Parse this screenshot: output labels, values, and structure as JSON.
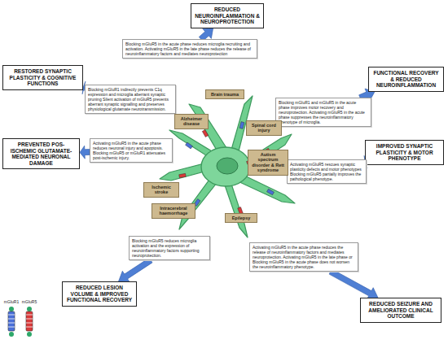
{
  "diagram": {
    "nodes": [
      {
        "text": [
          "REDUCED NEUROINFLAMMATION & NEUROPROTECTION"
        ]
      },
      {
        "text": [
          "Blocking mGluR5 in the acute phase reduces microglia recruiting and activation. Activating mGluR5 in the late phase reduces the release of neuroinflammatory factors and mediates neuroprotection"
        ]
      },
      {
        "text": [
          "Brain trauma"
        ]
      },
      {
        "text": [
          "FUNCTIONAL RECOVERY & REDUCED NEUROINFLAMMATION"
        ]
      },
      {
        "text": [
          "Blocking mGluR1 and mGluR5 in the acute phase improves motor recovery and neuroprotection. Activating mGluR5 in the acute phase suppresses the neuroinflammatory phenotype of microglia."
        ]
      },
      {
        "text": [
          "Spinal cord injury"
        ]
      },
      {
        "text": [
          "IMPROVED SYNAPTIC PLASTICITY & MOTOR PHENOTYPE"
        ]
      },
      {
        "text": [
          "Activating mGluR5 rescues synaptic plasticity defects and motor phenotypes Blocking mGluR5 partially improves the pathological phenotype."
        ]
      },
      {
        "text": [
          "Autism spectrum disorder & Rett syndrome"
        ]
      },
      {
        "text": [
          "REDUCED SEIZURE AND AMELIORATED CLINICAL OUTCOME"
        ]
      },
      {
        "text": [
          "Activating mGluR5 in the acute phase reduces the release of neuroinflammatory factors and mediates neuroprotection. Activating mGluR5 in the late phase or Blocking mGluR5 in the acute phase does not worsen the neuroinflammatory phenotype."
        ]
      },
      {
        "text": [
          "Epilepsy"
        ]
      },
      {
        "text": [
          "REDUCED LESION VOLUME & IMPROVED FUNCTIONAL RECOVERY"
        ]
      },
      {
        "text": [
          "Blocking mGluR5 reduces microglia activation and the expression of neuroinflammatory factors supporting neuroprotection."
        ]
      },
      {
        "text": [
          "Intracerebral haemorrhage"
        ]
      },
      {
        "text": [
          "PREVENTED POS-ISCHEMIC GLUTAMATE-MEDIATED NEURONAL DAMAGE"
        ]
      },
      {
        "text": [
          "Activating mGluR5 in the acute phase reduces neuronal injury and apoptosis. Blocking mGluR5 or mGluR1 attenuates post-ischemic injury."
        ]
      },
      {
        "text": [
          "Ischemic stroke"
        ]
      },
      {
        "text": [
          "RESTORED SYNAPTIC PLASTICITY & COGNITIVE FUNCTIONS"
        ]
      },
      {
        "text": [
          "Blocking mGluR1 indirectly prevents C1q expression and microglia aberrant synaptic pruning Silent activation of mGluR5 prevents aberrant synaptic signalling and preserves physiological glutamate neurotransmission."
        ]
      },
      {
        "text": [
          "Alzheimer disease"
        ]
      }
    ],
    "edges": [
      {
        "from": 1,
        "to": 0,
        "arrow": "to"
      },
      {
        "from": 4,
        "to": 3,
        "arrow": "to"
      },
      {
        "from": 7,
        "to": 6,
        "arrow": "to"
      },
      {
        "from": 10,
        "to": 9,
        "arrow": "to"
      },
      {
        "from": 13,
        "to": 12,
        "arrow": "to"
      },
      {
        "from": 16,
        "to": 15,
        "arrow": "to"
      },
      {
        "from": 19,
        "to": 18,
        "arrow": "to"
      }
    ],
    "legend": [
      {
        "text": "mGluR1",
        "color": "#4a6fd8"
      },
      {
        "text": "mGluR5",
        "color": "#d83a3a"
      }
    ]
  }
}
